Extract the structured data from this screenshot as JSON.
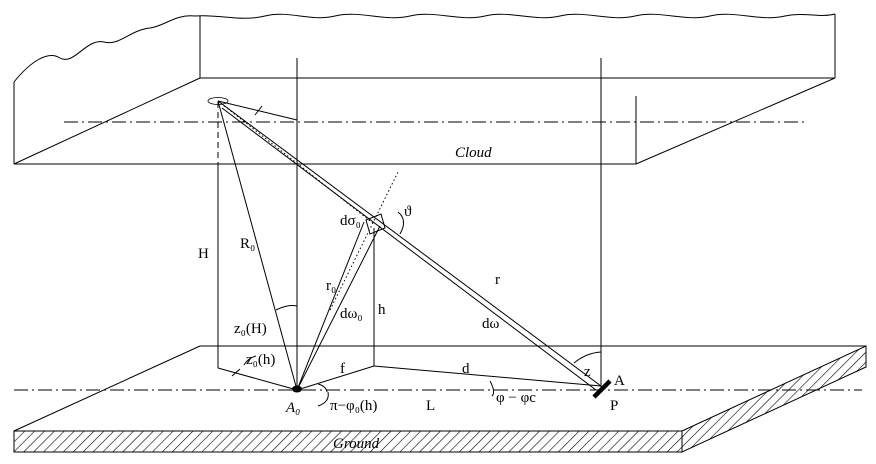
{
  "labels": {
    "cloud": "Cloud",
    "ground": "Ground",
    "H": "H",
    "R0": "R₀",
    "z0H": "z₀(H)",
    "z0h": "z₀(h)",
    "r0": "r₀",
    "dw0": "dω₀",
    "h": "h",
    "dsigma0": "dσ₀",
    "theta": "ϑ",
    "r": "r",
    "dw": "dω",
    "f": "f",
    "d": "d",
    "z": "z",
    "A": "A",
    "P": "P",
    "A0": "A₀",
    "pi_phi0h": "π−φ₀(h)",
    "L": "L",
    "phi_phic": "φ − φc"
  },
  "colors": {
    "line": "#000000",
    "background": "#ffffff"
  }
}
